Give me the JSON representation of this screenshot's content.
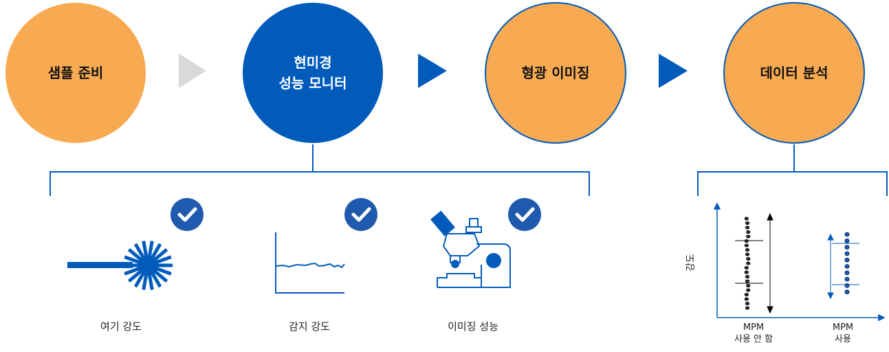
{
  "steps": [
    {
      "label": "샘플 준비"
    },
    {
      "label_line1": "현미경",
      "label_line2": "성능 모니터"
    },
    {
      "label": "형광 이미징"
    },
    {
      "label": "데이터 분석"
    }
  ],
  "monitor_items": [
    {
      "caption": "여기 강도",
      "icon": "laser-burst-icon"
    },
    {
      "caption": "감지 강도",
      "icon": "intensity-trace-icon"
    },
    {
      "caption": "이미징 성능",
      "icon": "microscope-icon"
    }
  ],
  "analysis_plot": {
    "ylabel": "강도",
    "groups": [
      {
        "line1": "MPM",
        "line2": "사용 안 함"
      },
      {
        "line1": "MPM",
        "line2": "사용"
      }
    ]
  },
  "colors": {
    "orange": "#F8AA52",
    "blue": "#005BBB",
    "grey": "#D9D9D9",
    "check": "#1F5AAE"
  }
}
